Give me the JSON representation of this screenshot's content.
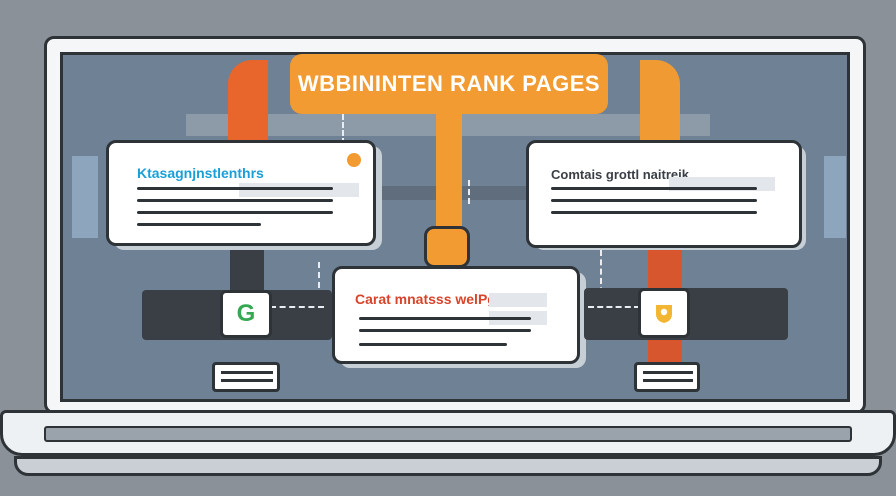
{
  "banner": {
    "title": "WBBININTEN RANK PAGES"
  },
  "cards": {
    "left": {
      "title": "Ktasagnjnstlenthrs",
      "title_color": "#1a9fd6"
    },
    "right": {
      "title": "Comtais grottl naitreik",
      "title_color": "#3a3f46"
    },
    "center": {
      "title": "Carat mnatsss welPgn",
      "title_color": "#d8442a"
    }
  },
  "logos": {
    "left": {
      "icon": "google-g-icon",
      "glyph": "G"
    },
    "right": {
      "icon": "shield-badge-icon"
    }
  },
  "colors": {
    "accent_orange": "#f29b32",
    "accent_red": "#e8662b",
    "screen_bg": "#6f8194",
    "frame_dark": "#2e3338"
  }
}
